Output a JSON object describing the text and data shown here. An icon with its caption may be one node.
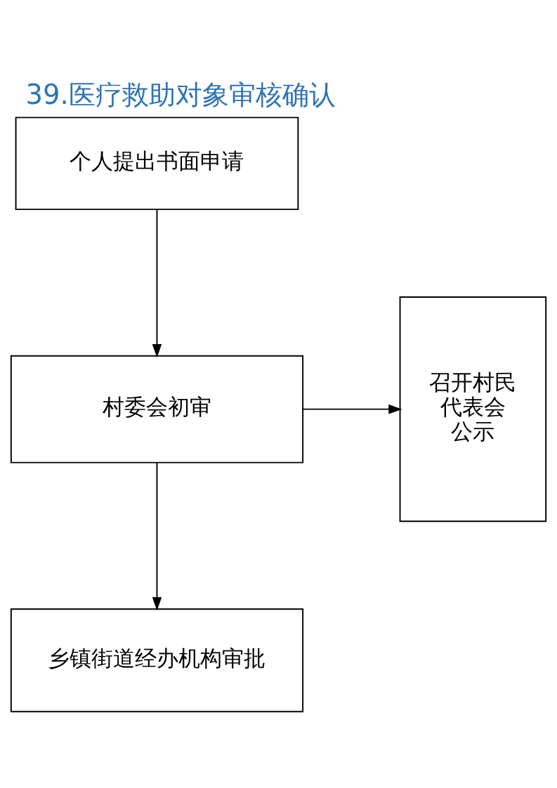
{
  "diagram": {
    "title": "39.医疗救助对象审核确认",
    "nodes": [
      {
        "text": [
          "个人提出书面申请"
        ]
      },
      {
        "text": [
          "村委会初审"
        ]
      },
      {
        "text": [
          "召开村民代表会公示"
        ]
      },
      {
        "text": [
          "乡镇街道经办机构审批"
        ]
      }
    ],
    "edges": [
      {
        "from": 0,
        "to": 1,
        "arrow": "to"
      },
      {
        "from": 1,
        "to": 2,
        "arrow": "to"
      },
      {
        "from": 1,
        "to": 3,
        "arrow": "to"
      }
    ]
  }
}
